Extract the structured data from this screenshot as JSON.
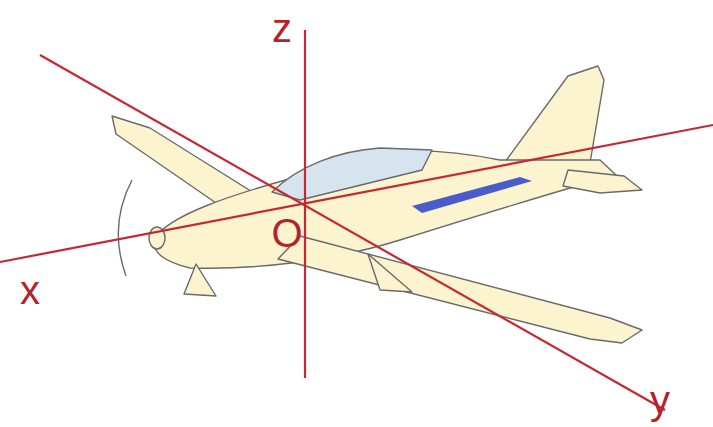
{
  "diagram": {
    "labels": [
      "z",
      "O",
      "x",
      "y"
    ]
  }
}
